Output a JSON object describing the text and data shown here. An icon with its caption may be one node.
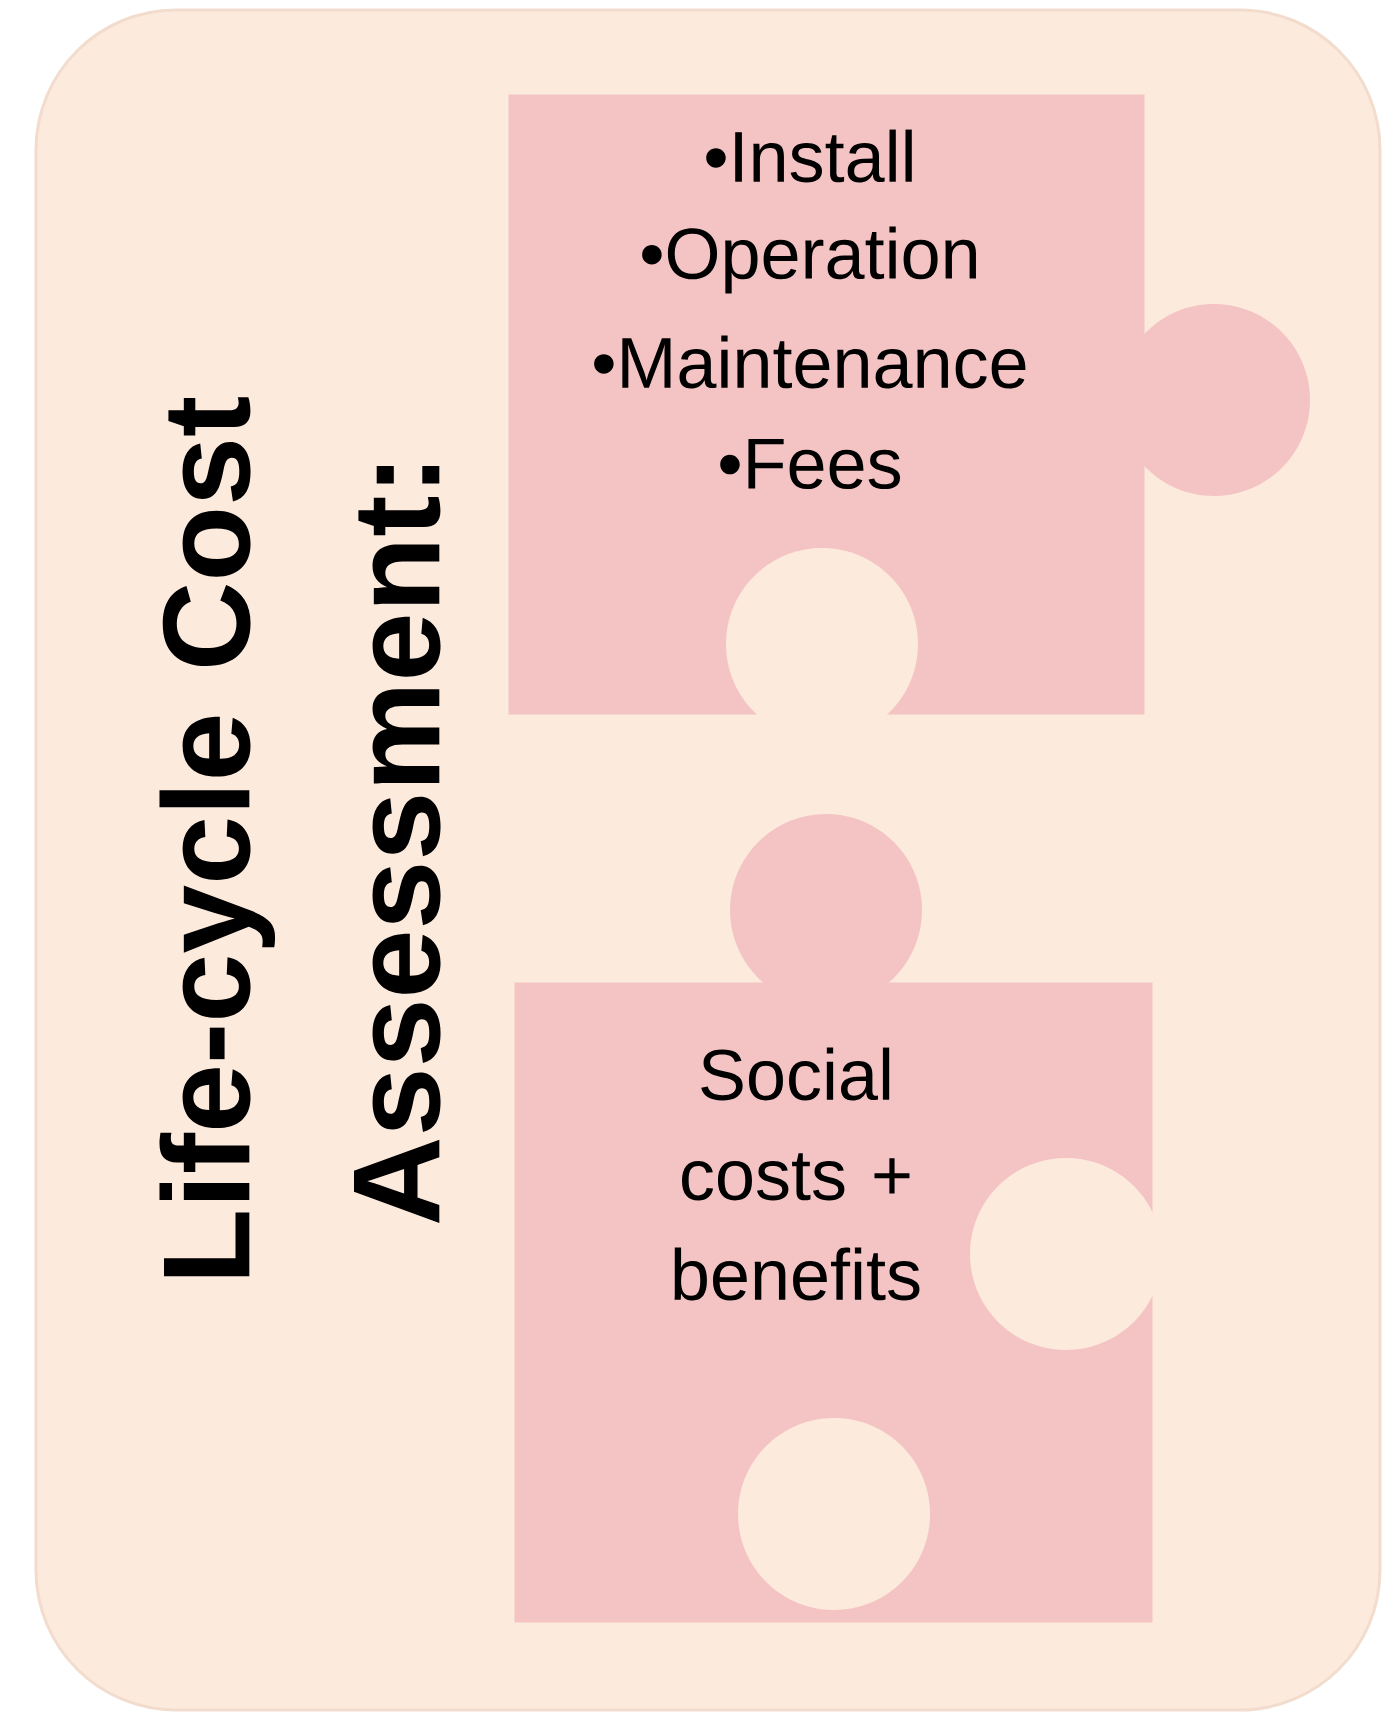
{
  "diagram": {
    "nodes": [
      {
        "text": [
          "Life-cycle Cost Assessment:"
        ]
      },
      {
        "text": [
          "•Install",
          "•Operation",
          "•Maintenance",
          "•Fees"
        ],
        "in": 0
      },
      {
        "text": [
          "Social costs + benefits"
        ],
        "in": 0
      }
    ]
  }
}
